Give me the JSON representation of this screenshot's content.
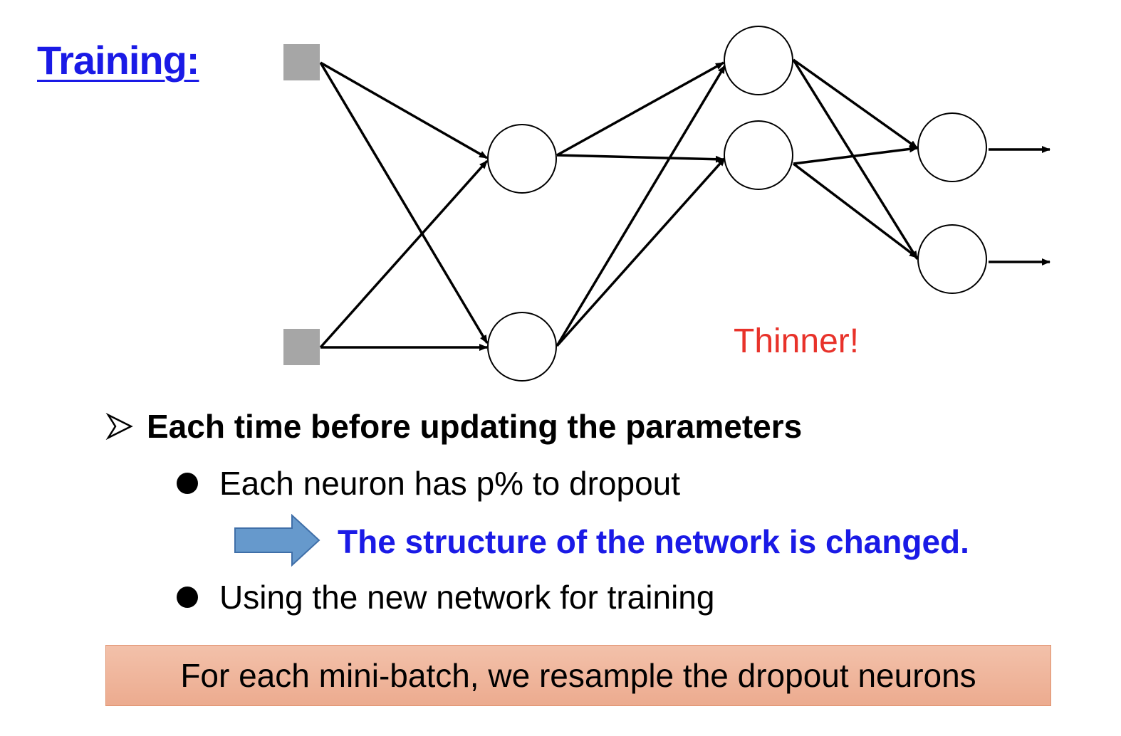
{
  "title": "Training:",
  "annotation": "Thinner!",
  "bullets": {
    "main": "Each time before updating the parameters",
    "sub1": "Each neuron has p% to dropout",
    "changed": "The structure of the network is changed.",
    "sub2": "Using the new network for training"
  },
  "footer": "For each mini-batch, we resample the dropout neurons",
  "colors": {
    "title": "#1a1ae6",
    "annotation": "#e8322a",
    "highlight": "#1a1ae6",
    "input_node": "#a6a6a6",
    "arrow_fill": "#6699cc",
    "footer_box": "#f0b69c"
  },
  "icons": {
    "bullet_main": "arrowhead-bullet-icon",
    "bullet_sub": "filled-circle-bullet-icon",
    "transition": "block-right-arrow-icon"
  }
}
